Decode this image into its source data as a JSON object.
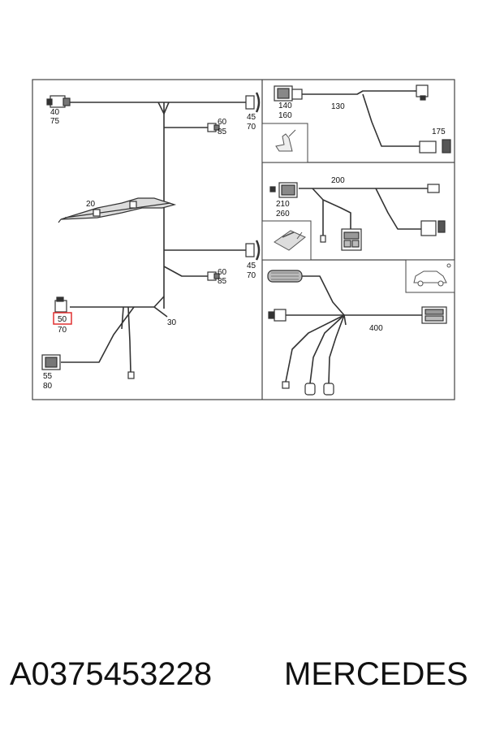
{
  "diagram": {
    "callouts": {
      "left_top_40": "40",
      "left_top_75": "75",
      "left_right_45_a": "45",
      "left_right_70_a": "70",
      "left_mid_60_a": "60",
      "left_mid_85_a": "85",
      "strip_20": "20",
      "left_right_45_b": "45",
      "left_right_70_b": "70",
      "left_mid_60_b": "60",
      "left_mid_85_b": "85",
      "highlight_50": "50",
      "left_70": "70",
      "main_30": "30",
      "left_bottom_55": "55",
      "left_bottom_80": "80",
      "r1_140": "140",
      "r1_160": "160",
      "r1_130": "130",
      "r1_175": "175",
      "r2_200": "200",
      "r2_210": "210",
      "r2_260": "260",
      "r3_400": "400"
    },
    "highlight_color": "#e03030",
    "line_color": "#333333"
  },
  "caption": {
    "part_number": "A0375453228",
    "brand": "MERCEDES"
  }
}
